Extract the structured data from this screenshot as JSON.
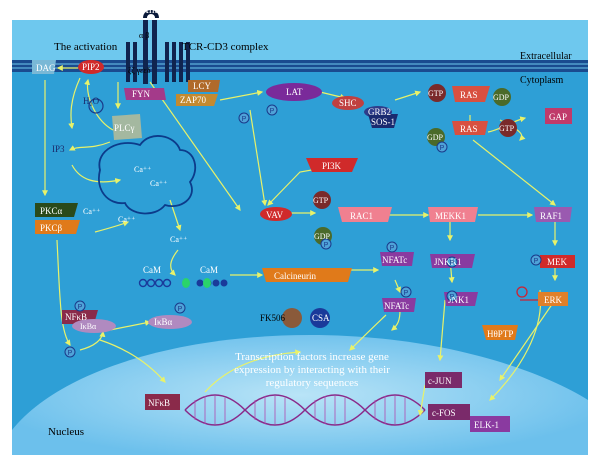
{
  "labels": {
    "title": "The activation",
    "complex": "TCR-CD3 complex",
    "antigen": "Antigen",
    "alpha_beta": "α β",
    "zeta_gamma": "ζζ γεεδ",
    "extracellular": "Extracellular",
    "cytoplasm": "Cytoplasm",
    "nucleus": "Nucleus",
    "transcription": [
      "Transcription factors increase gene",
      "expression by interacting with their",
      "regulatory sequences"
    ]
  },
  "molecules": {
    "dag": "DAG",
    "pip2": "PIP2",
    "fyn": "FYN",
    "lck": "LCY",
    "zap70": "ZAP70",
    "lat": "LAT",
    "shc": "SHC",
    "grb2": "GRB2",
    "sos1": "SOS-1",
    "gtp1": "GTP",
    "ras1": "RAS",
    "gdp1": "GDP",
    "gap": "GAP",
    "gdp2": "GDP",
    "ras2": "RAS",
    "gtp2": "GTP",
    "h2o": "H₂O",
    "plcy": "PLCγ",
    "ip3": "IP3",
    "pi3k": "PI3K",
    "ca1": "Ca⁺⁺",
    "ca2": "Ca⁺⁺",
    "ca3": "Ca⁺⁺",
    "ca4": "Ca⁺⁺",
    "ca5": "Ca⁺⁺",
    "pkca": "PKCα",
    "pkcb": "PKCβ",
    "vav": "VAV",
    "gtp3": "GTP",
    "rac1": "RAC1",
    "gdp3": "GDP",
    "mekk1": "MEKK1",
    "raf1": "RAF1",
    "cam1": "CaM",
    "cam2": "CaM",
    "calcineurin": "Calcineurin",
    "nfatc1": "NFATc",
    "nfatc2": "NFATc",
    "jnkk1": "JNKK1",
    "mek": "MEK",
    "jnk1": "JNK1",
    "erk": "ERK",
    "nfkb1": "NFκB",
    "ikba1": "IκBα",
    "ikba2": "IκBα",
    "fk506": "FK506",
    "csa": "CSA",
    "hptp": "HθPTP",
    "cjun": "c-JUN",
    "cfos": "c-FOS",
    "elk1": "ELK-1",
    "nfkb2": "NFκB",
    "phospho": "P"
  },
  "colors": {
    "cytoplasm": "#2e9fd6",
    "extracellular": "#6ec8ee",
    "nucleus": "#8ed0f2",
    "arrow": "#e8f26a",
    "membrane": "#1a4b8f"
  }
}
